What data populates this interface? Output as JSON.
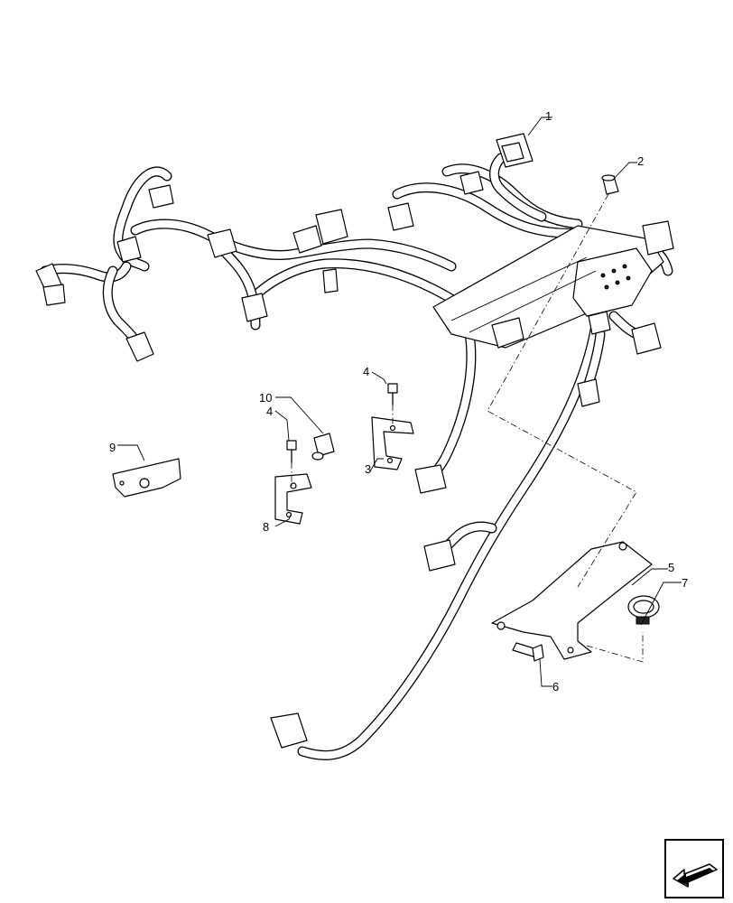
{
  "callouts": [
    {
      "id": "1",
      "label": "1",
      "part": "connector"
    },
    {
      "id": "2",
      "label": "2",
      "part": "screw"
    },
    {
      "id": "3",
      "label": "3",
      "part": "bracket"
    },
    {
      "id": "4a",
      "label": "4",
      "part": "bolt"
    },
    {
      "id": "4b",
      "label": "4",
      "part": "bolt"
    },
    {
      "id": "5",
      "label": "5",
      "part": "support-plate"
    },
    {
      "id": "6",
      "label": "6",
      "part": "bolt"
    },
    {
      "id": "7",
      "label": "7",
      "part": "clamp"
    },
    {
      "id": "8",
      "label": "8",
      "part": "bracket"
    },
    {
      "id": "9",
      "label": "9",
      "part": "bracket"
    },
    {
      "id": "10",
      "label": "10",
      "part": "grommet"
    }
  ],
  "nav": {
    "icon": "arrow-return-icon"
  }
}
